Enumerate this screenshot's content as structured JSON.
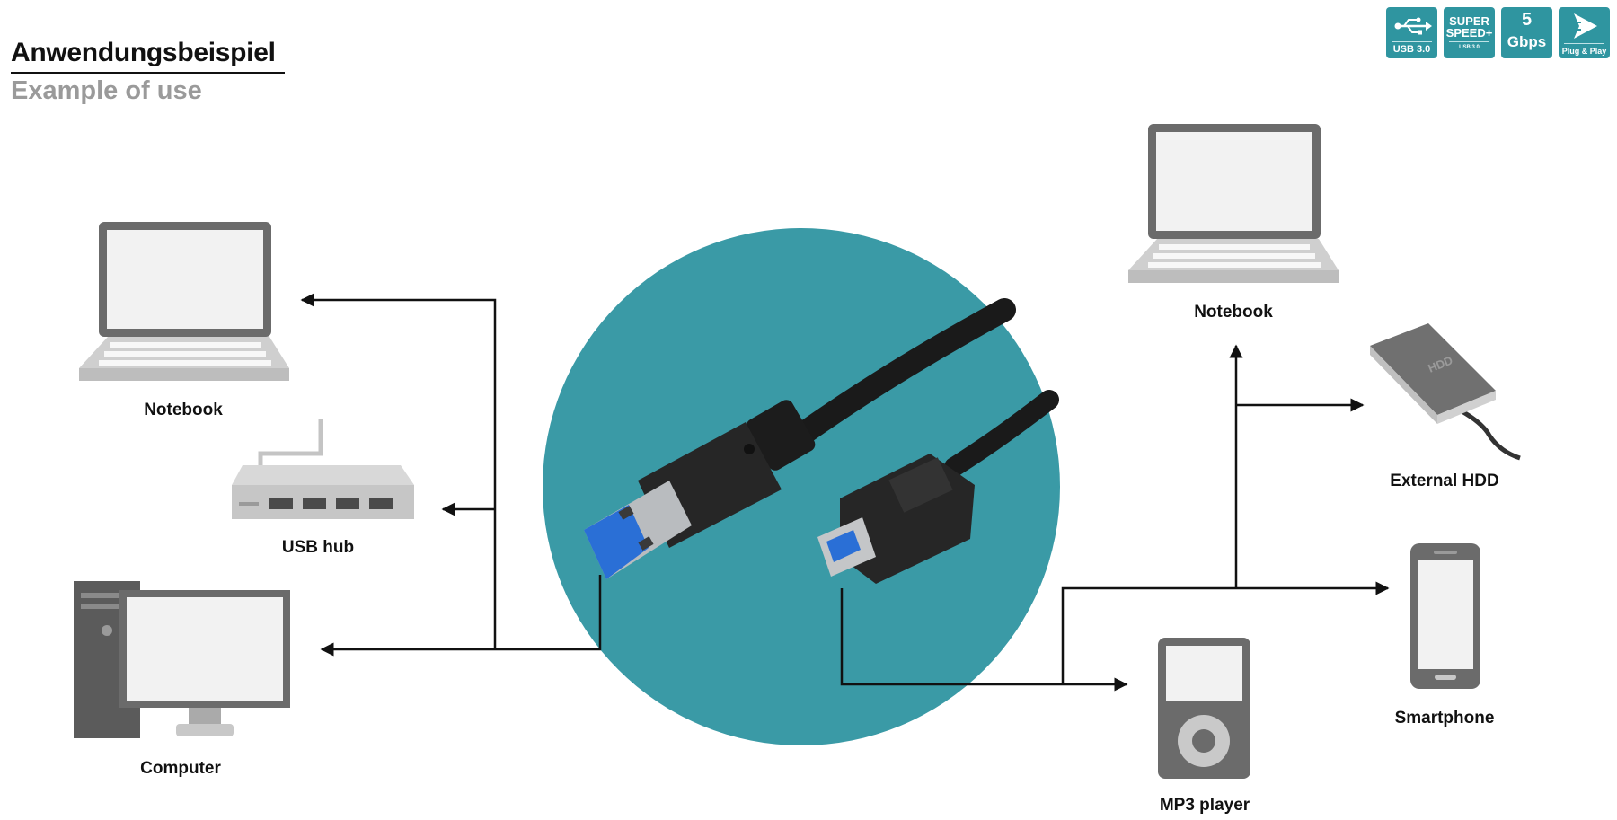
{
  "header": {
    "title": "Anwendungsbeispiel",
    "subtitle": "Example of use"
  },
  "badges": {
    "usb3": {
      "label": "USB 3.0",
      "icon": "usb-trident-icon"
    },
    "superspeed": {
      "line1": "SUPER",
      "line2": "SPEED+",
      "line3": "USB 3.0"
    },
    "speed": {
      "value": "5",
      "unit": "Gbps"
    },
    "plugplay": {
      "label": "Plug & Play",
      "icon": "plug-play-arrow-icon"
    }
  },
  "devices": {
    "left_notebook": "Notebook",
    "usb_hub": "USB hub",
    "computer": "Computer",
    "right_notebook": "Notebook",
    "external_hdd": "External HDD",
    "hdd_case_text": "HDD",
    "smartphone": "Smartphone",
    "mp3_player": "MP3 player"
  },
  "colors": {
    "accent": "#3a9aa6",
    "badge": "#2f95a0",
    "device_gray": "#6b6b6b",
    "screen": "#f2f2f2",
    "line": "#111111"
  }
}
